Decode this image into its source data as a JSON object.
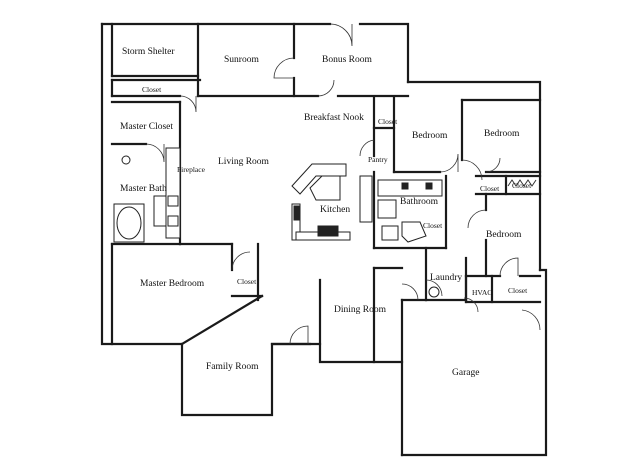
{
  "rooms": {
    "storm_shelter": "Storm Shelter",
    "sunroom": "Sunroom",
    "bonus_room": "Bonus Room",
    "closet_top": "Closet",
    "master_closet": "Master Closet",
    "breakfast_nook": "Breakfast Nook",
    "closet_nook": "Closet",
    "bedroom_1": "Bedroom",
    "bedroom_2": "Bedroom",
    "fireplace": "Fireplace",
    "living_room": "Living Room",
    "pantry": "Pantry",
    "closet_bed1": "Closet",
    "closet_bed2": "Closet",
    "master_bath": "Master Bath",
    "kitchen": "Kitchen",
    "bathroom": "Bathroom",
    "closet_bath": "Closet",
    "bedroom_3": "Bedroom",
    "laundry": "Laundry",
    "master_bedroom": "Master Bedroom",
    "closet_master": "Closet",
    "hvac": "HVAC",
    "closet_hvac": "Closet",
    "dining_room": "Dining Room",
    "family_room": "Family Room",
    "garage": "Garage"
  }
}
